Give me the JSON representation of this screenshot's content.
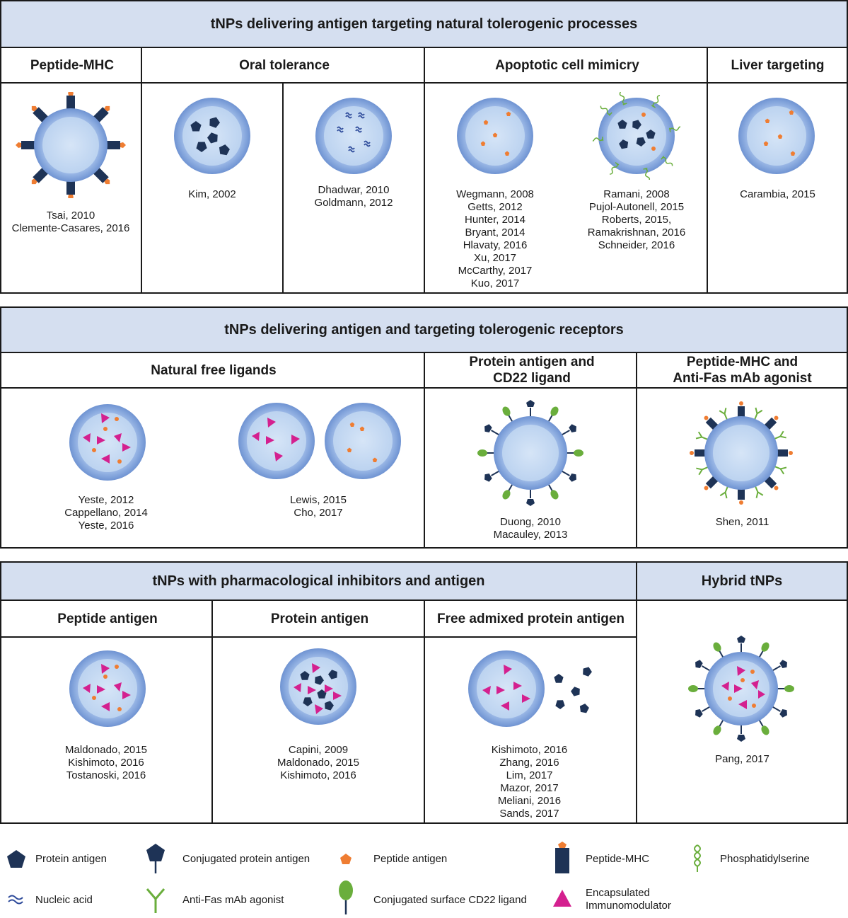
{
  "section1": {
    "title": "tNPs delivering antigen targeting natural tolerogenic processes",
    "columns": [
      {
        "title": "Peptide-MHC",
        "refs": [
          "Tsai, 2010",
          "Clemente-Casares, 2016"
        ]
      },
      {
        "title": "Oral tolerance",
        "refs_a": [
          "Kim, 2002"
        ],
        "refs_b": [
          "Dhadwar, 2010",
          "Goldmann, 2012"
        ]
      },
      {
        "title": "Apoptotic cell mimicry",
        "refs_a": [
          "Wegmann, 2008",
          "Getts, 2012",
          "Hunter, 2014",
          "Bryant, 2014",
          "Hlavaty, 2016",
          "Xu, 2017",
          "McCarthy, 2017",
          "Kuo, 2017"
        ],
        "refs_b": [
          "Ramani, 2008",
          "Pujol-Autonell, 2015",
          "Roberts, 2015,",
          "Ramakrishnan, 2016",
          "Schneider, 2016"
        ]
      },
      {
        "title": "Liver targeting",
        "refs": [
          "Carambia, 2015"
        ]
      }
    ]
  },
  "section2": {
    "title": "tNPs delivering antigen and targeting tolerogenic receptors",
    "columns": [
      {
        "title": "Natural free ligands",
        "refs_a": [
          "Yeste, 2012",
          "Cappellano, 2014",
          "Yeste, 2016"
        ],
        "refs_b": [
          "Lewis, 2015",
          "Cho, 2017"
        ]
      },
      {
        "title_line1": "Protein antigen and",
        "title_line2": "CD22 ligand",
        "refs": [
          "Duong, 2010",
          "Macauley, 2013"
        ]
      },
      {
        "title_line1": "Peptide-MHC and",
        "title_line2": "Anti-Fas mAb agonist",
        "refs": [
          "Shen, 2011"
        ]
      }
    ]
  },
  "section3": {
    "title": "tNPs with pharmacological inhibitors and antigen",
    "columns": [
      {
        "title": "Peptide antigen",
        "refs": [
          "Maldonado, 2015",
          "Kishimoto, 2016",
          "Tostanoski, 2016"
        ]
      },
      {
        "title": "Protein antigen",
        "refs": [
          "Capini, 2009",
          "Maldonado, 2015",
          "Kishimoto, 2016"
        ]
      },
      {
        "title": "Free admixed protein antigen",
        "refs": [
          "Kishimoto, 2016",
          "Zhang, 2016",
          "Lim, 2017",
          "Mazor, 2017",
          "Meliani, 2016",
          "Sands, 2017"
        ]
      }
    ]
  },
  "section4": {
    "title": "Hybrid tNPs",
    "refs": [
      "Pang, 2017"
    ]
  },
  "legend": [
    {
      "icon": "protein-antigen-icon",
      "label": "Protein antigen"
    },
    {
      "icon": "conjugated-protein-antigen-icon",
      "label": "Conjugated protein antigen"
    },
    {
      "icon": "peptide-antigen-icon",
      "label": "Peptide antigen"
    },
    {
      "icon": "peptide-mhc-icon",
      "label": "Peptide-MHC"
    },
    {
      "icon": "phosphatidylserine-icon",
      "label": "Phosphatidylserine"
    },
    {
      "icon": "nucleic-acid-icon",
      "label": "Nucleic acid"
    },
    {
      "icon": "anti-fas-mab-icon",
      "label": "Anti-Fas mAb agonist"
    },
    {
      "icon": "cd22-ligand-icon",
      "label": "Conjugated surface CD22 ligand"
    },
    {
      "icon": "immunomodulator-icon",
      "label_line1": "Encapsulated",
      "label_line2": "Immunomodulator"
    }
  ],
  "colors": {
    "band": "#d5dff0",
    "np_outer": "#7fa0d8",
    "np_inner": "#c9dcf4",
    "protein": "#1e3356",
    "peptide": "#ef7d32",
    "immunomodulator": "#d4208f",
    "ligand": "#6aae3c"
  }
}
